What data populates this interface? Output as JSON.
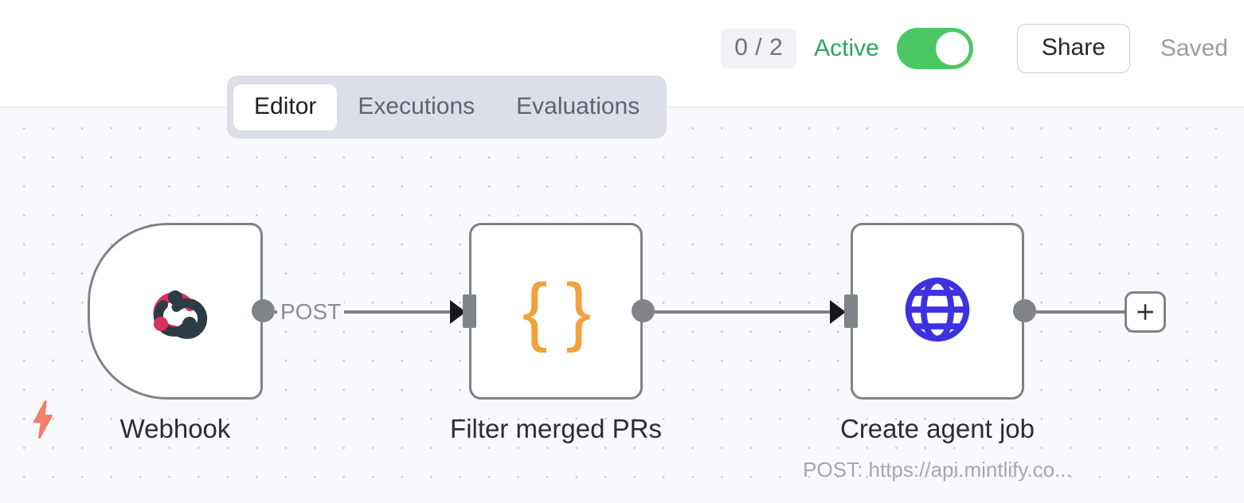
{
  "header": {
    "run_badge": "0 / 2",
    "active_label": "Active",
    "toggle_state": "on",
    "share_label": "Share",
    "saved_label": "Saved",
    "active_color": "#2EA55A",
    "toggle_color": "#4CC764"
  },
  "tabs": [
    {
      "label": "Editor",
      "active": true
    },
    {
      "label": "Executions",
      "active": false
    },
    {
      "label": "Evaluations",
      "active": false
    }
  ],
  "canvas": {
    "background": "#F8F9FC",
    "dot_color": "#C3C6D1",
    "trigger_bolt_color": "#F0806A",
    "node_border_color": "#7F8288",
    "port_color": "#808388",
    "nodes": [
      {
        "id": "webhook",
        "label": "Webhook",
        "subtitle": "",
        "icon": "webhook-icon",
        "icon_colors": [
          "#D8315F",
          "#2D3B45"
        ],
        "shape": "trigger"
      },
      {
        "id": "filter",
        "label": "Filter merged PRs",
        "subtitle": "",
        "icon": "code-braces-icon",
        "icon_glyph": "{ }",
        "icon_colors": [
          "#F2A23C"
        ],
        "shape": "rect"
      },
      {
        "id": "http",
        "label": "Create agent job",
        "subtitle": "POST: https://api.mintlify.co...",
        "icon": "globe-icon",
        "icon_colors": [
          "#3D31E0"
        ],
        "shape": "rect"
      }
    ],
    "edges": [
      {
        "from": "webhook",
        "to": "filter",
        "label": "POST"
      },
      {
        "from": "filter",
        "to": "http",
        "label": ""
      }
    ],
    "add_node_button": "+"
  }
}
